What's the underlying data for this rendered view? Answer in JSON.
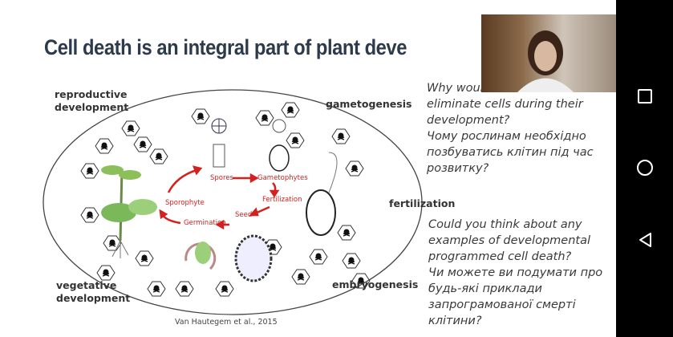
{
  "slide": {
    "title": "Cell death is an integral part of plant deve",
    "labels": {
      "reproductive": "reproductive development",
      "gametogenesis": "gametogenesis",
      "fertilization": "fertilization",
      "vegetative": "vegetative development",
      "embryogenesis": "embryogenesis"
    },
    "cycle": {
      "spores": "Spores",
      "gametophytes": "Gametophytes",
      "fertilization": "Fertilization",
      "seed": "Seed",
      "germination": "Germination",
      "sporophyte": "Sporophyte"
    },
    "citation": "Van Hautegem et al., 2015",
    "question1": [
      "Why woul",
      "eliminate cells during their",
      "development?",
      "Чому рослинам необхідно",
      "позбуватись клітин під час",
      "розвитку?"
    ],
    "question2": [
      "Could you think about any",
      "examples of developmental",
      "programmed cell death?",
      "Чи можете ви подумати про",
      "будь-які приклади",
      "запрограмованої смерті",
      "клітини?"
    ]
  },
  "video_overlay": {
    "icon": "webcam-participant-video"
  },
  "nav": {
    "icons": [
      "recents-square-icon",
      "home-circle-icon",
      "back-triangle-icon"
    ]
  },
  "colors": {
    "title": "#2c3a4c",
    "cycle": "#d42020",
    "nav_bg": "#000000"
  }
}
